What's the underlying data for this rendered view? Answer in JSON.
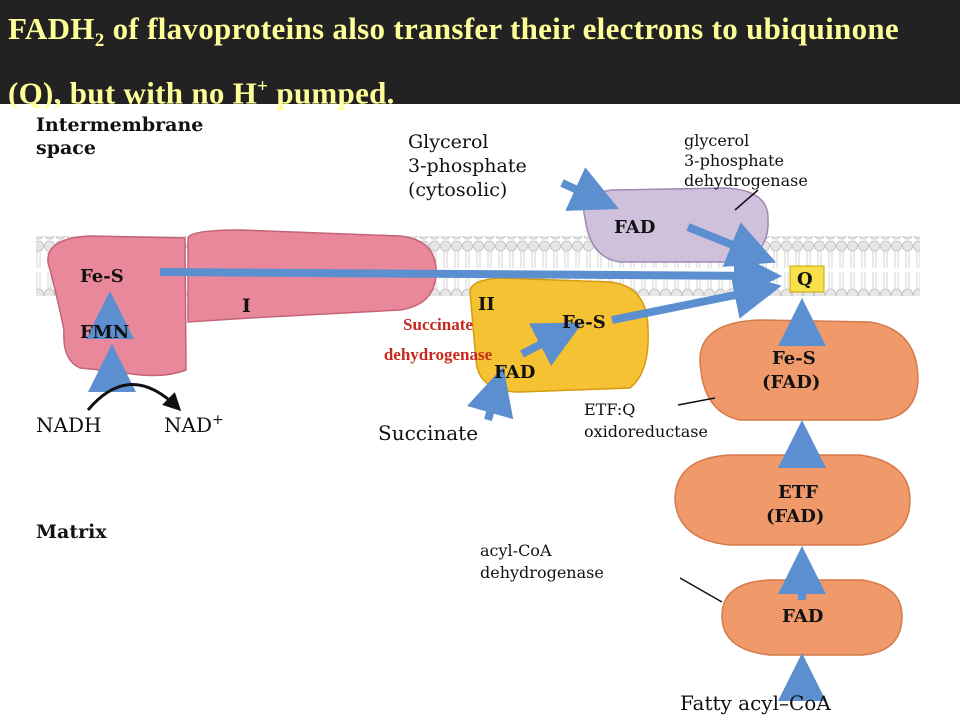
{
  "title": {
    "part1": "FADH",
    "sub": "2",
    "part2": " of flavoproteins also transfer their electrons to ubiquinone (Q), but with no H",
    "sup": "+",
    "part3": " pumped."
  },
  "labels": {
    "intermembrane": [
      "Intermembrane",
      "space"
    ],
    "matrix": "Matrix",
    "glycerol_substrate": [
      "Glycerol",
      "3-phosphate",
      "(cytosolic)"
    ],
    "glycerol_enzyme": [
      "glycerol",
      "3-phosphate",
      "dehydrogenase"
    ],
    "complex1": "I",
    "complex1_fes": "Fe-S",
    "complex1_fmn": "FMN",
    "nadh": "NADH",
    "nad": "NAD",
    "nad_sup": "+",
    "complex2": "II",
    "complex2_fes": "Fe-S",
    "complex2_fad": "FAD",
    "succinate_dh": [
      "Succinate",
      "dehydrogenase"
    ],
    "succinate": "Succinate",
    "g3p_fad": "FAD",
    "q": "Q",
    "etfq_center": [
      "Fe-S",
      "(FAD)"
    ],
    "etfq_name": [
      "ETF:Q",
      "oxidoreductase"
    ],
    "etf_center": [
      "ETF",
      "(FAD)"
    ],
    "acyl_fad": "FAD",
    "acyl_name": [
      "acyl-CoA",
      "dehydrogenase"
    ],
    "fatty_acyl": "Fatty acyl–CoA"
  },
  "colors": {
    "title_bg": "#222222",
    "title_text": "#ffff99",
    "complex1": "#e8889a",
    "complex2": "#f4c232",
    "orange_enzymes": "#f09a6c",
    "g3p_enzyme": "#cfc0dc",
    "arrow": "#5b8fd0",
    "q_box": "#f7e04a",
    "succinate_dh_text": "#c8281e"
  }
}
